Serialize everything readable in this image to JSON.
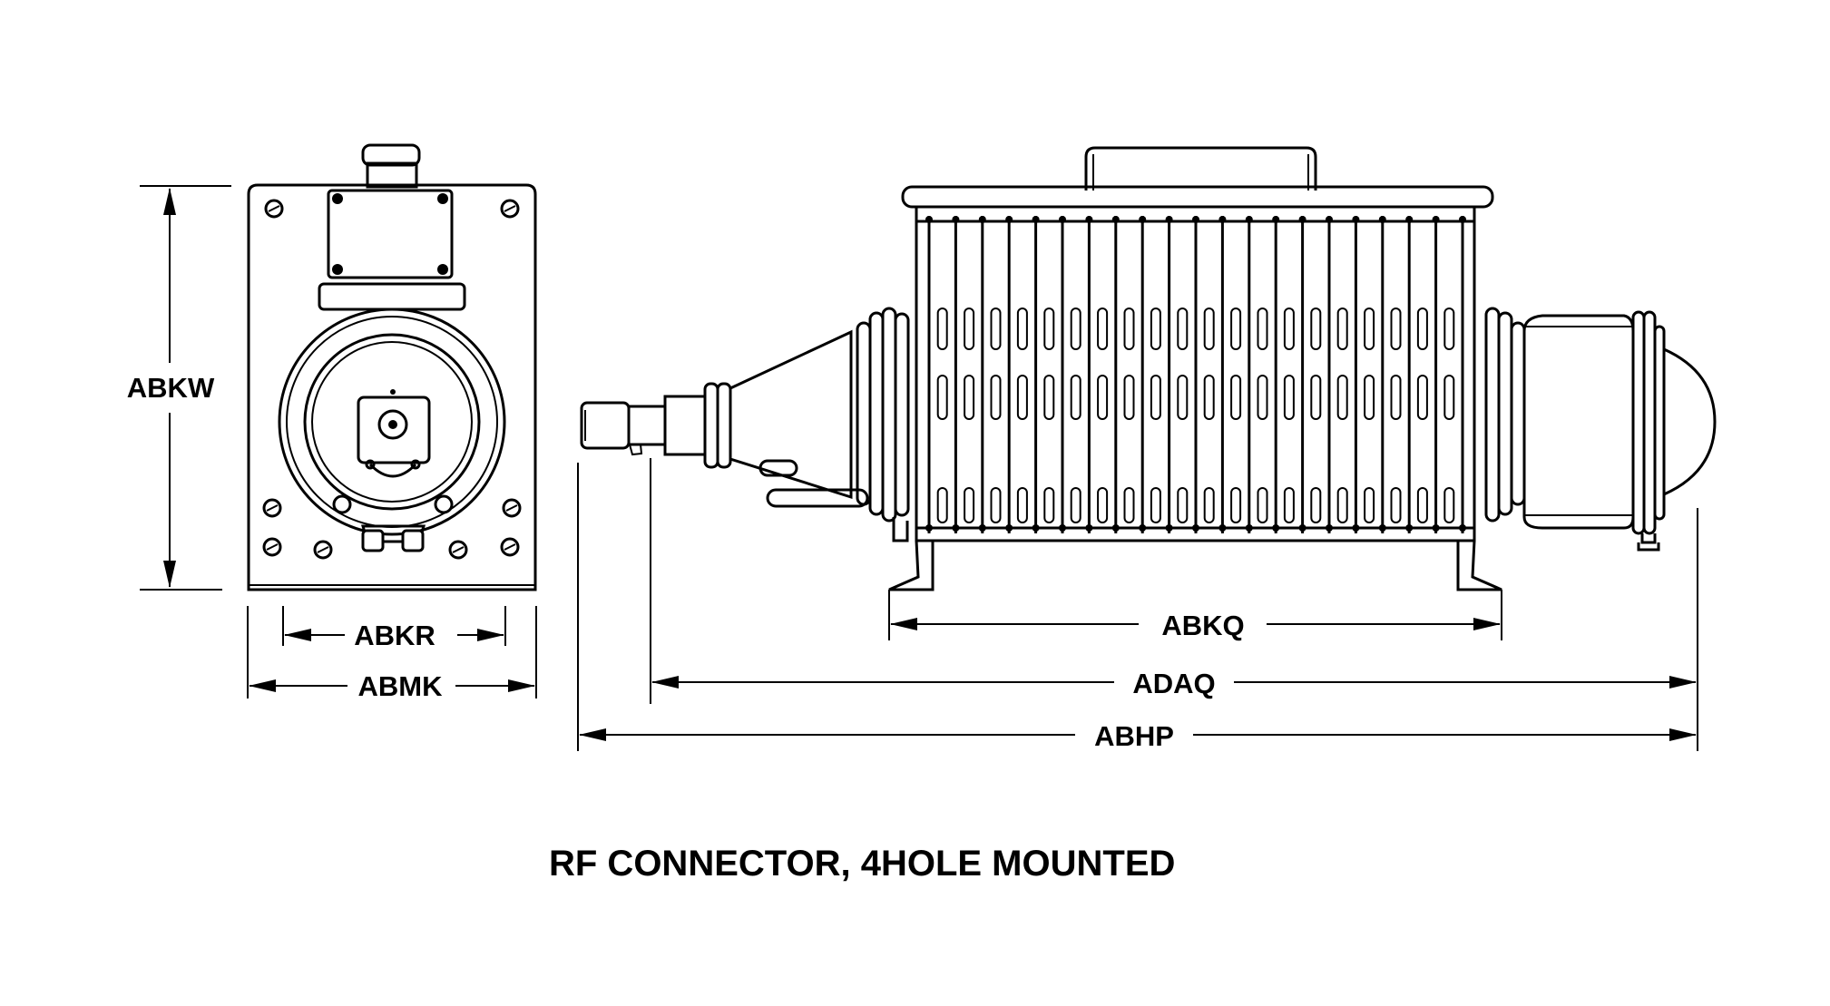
{
  "caption": "RF CONNECTOR, 4HOLE MOUNTED",
  "dimensions": {
    "height_front": "ABKW",
    "inner_width_front": "ABKR",
    "outer_width_front": "ABMK",
    "mount_span": "ABKQ",
    "body_length": "ADAQ",
    "overall_length": "ABHP"
  },
  "colors": {
    "ink": "#000000",
    "paper": "#ffffff"
  }
}
